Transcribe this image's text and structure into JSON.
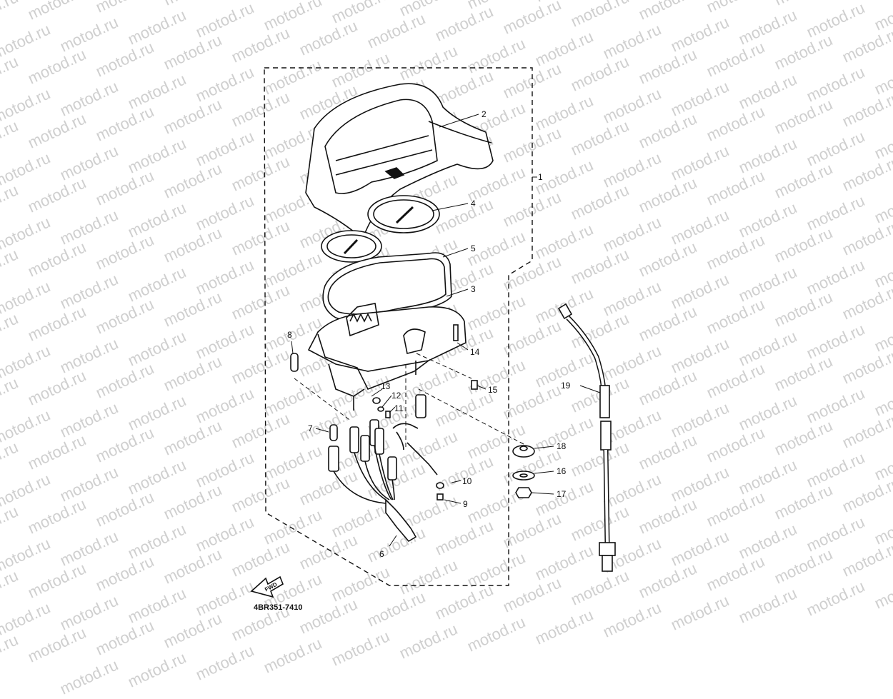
{
  "watermark": "motod.ru",
  "diagram_code": "4BR351-7410",
  "fwd_label": "FWD",
  "callouts": {
    "c1": "1",
    "c2": "2",
    "c3": "3",
    "c4": "4",
    "c5": "5",
    "c6": "6",
    "c7": "7",
    "c8": "8",
    "c9": "9",
    "c10": "10",
    "c11": "11",
    "c12": "12",
    "c13": "13",
    "c14": "14",
    "c15": "15",
    "c16": "16",
    "c17": "17",
    "c18": "18",
    "c19": "19"
  }
}
